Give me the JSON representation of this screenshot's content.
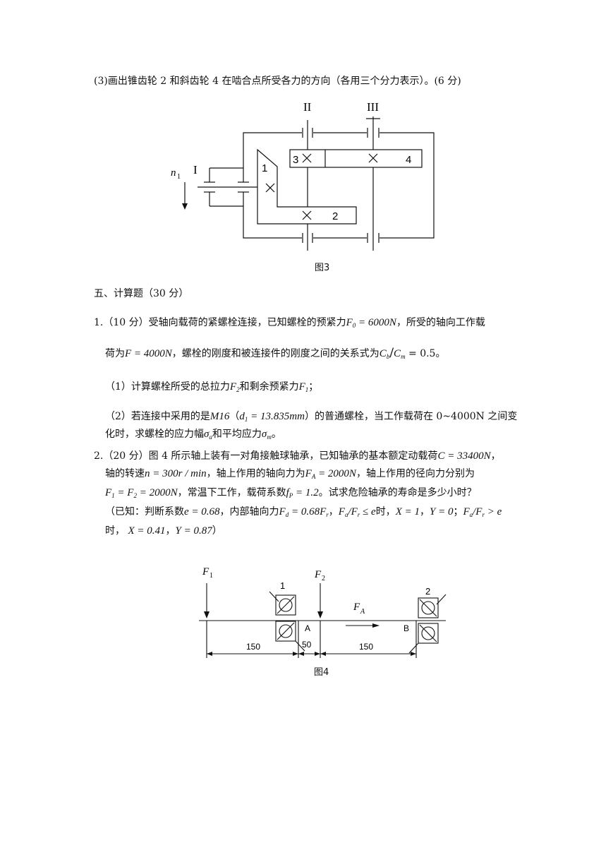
{
  "q3": {
    "text": "(3)画出锥齿轮 2 和斜齿轮 4 在啮合点所受各力的方向（各用三个分力表示）。(6 分)"
  },
  "fig3": {
    "caption": "图3",
    "shaft_I": "I",
    "shaft_II": "II",
    "shaft_III": "III",
    "n1_label": "n",
    "n1_sub": "1",
    "gear1": "1",
    "gear2": "2",
    "gear3": "3",
    "gear4": "4"
  },
  "section5": {
    "heading": "五、计算题（30 分）"
  },
  "problem1": {
    "line1_a": "1.（10 分）受轴向载荷的紧螺栓连接，已知螺栓的预紧力",
    "F0_expr": "F",
    "F0_sub": "0",
    "F0_val": " = 6000N",
    "line1_b": "，所受的轴向工作载",
    "line2_a": "荷为",
    "F_expr": "F = 4000N",
    "line2_b": "，螺栓的刚度和被连接件的刚度之间的关系式为",
    "Cb": "C",
    "Cb_sub": "b",
    "slash": "/",
    "Cm": "C",
    "Cm_sub": "m",
    "ratio_val": " = 0.5",
    "line2_end": "。",
    "sub1_a": "（1）计算螺栓所受的总拉力",
    "F2": "F",
    "F2_sub": "2",
    "sub1_b": "和剩余预紧力",
    "F1": "F",
    "F1_sub": "1",
    "sub1_end": "；",
    "sub2_a": "（2）若连接中采用的是",
    "M16": "M16",
    "sub2_paren_open": "（",
    "d1": "d",
    "d1_sub": "1",
    "d1_val": " = 13.835mm",
    "sub2_paren_close": "）的普通螺栓，当工作载荷在 0~4000N 之间变",
    "sub2_line2_a": "化时，求螺栓的应力幅",
    "sigma_a": "σ",
    "sigma_a_sub": "a",
    "sub2_line2_b": "和平均应力",
    "sigma_m": "σ",
    "sigma_m_sub": "m",
    "sub2_line2_end": "。"
  },
  "problem2": {
    "line1_a": "2.（20 分）图 4 所示轴上装有一对角接触球轴承，已知轴承的基本额定动载荷",
    "C_expr": "C = 33400N",
    "line1_end": "，",
    "line2_a": "轴的转速",
    "n_expr": "n = 300r / min",
    "line2_b": "，轴上作用的轴向力为",
    "FA": "F",
    "FA_sub": "A",
    "FA_val": " = 2000N",
    "line2_c": "，轴上作用的径向力分别为",
    "line3_F1": "F",
    "line3_F1_sub": "1",
    "line3_eq": " = ",
    "line3_F2": "F",
    "line3_F2_sub": "2",
    "line3_val": " = 2000N",
    "line3_b": "，常温下工作，载荷系数",
    "fP": "f",
    "fP_sub": "P",
    "fP_val": " = 1.2",
    "line3_c": "。试求危险轴承的寿命是多少小时？",
    "line4_a": "（已知：判断系数",
    "e_expr": "e = 0.68",
    "line4_b": "，内部轴向力",
    "Fd": "F",
    "Fd_sub": "d",
    "Fd_val": " = 0.68F",
    "Fd_val_sub": "r",
    "line4_c": "，",
    "Fa1": "F",
    "Fa1_sub": "a",
    "slash1": "/",
    "Fr1": "F",
    "Fr1_sub": "r",
    "le_e": " ≤ e",
    "line4_d": "时，",
    "X1": "X = 1",
    "comma1": "，",
    "Y0": "Y = 0",
    "semi": "；",
    "Fa2": "F",
    "Fa2_sub": "a",
    "slash2": "/",
    "Fr2": "F",
    "Fr2_sub": "r",
    "gt_e": " > e",
    "line5_a": "时，",
    "X2": "X = 0.41",
    "comma2": "，",
    "Y2": "Y = 0.87",
    "line5_end": "）"
  },
  "fig4": {
    "caption": "图4",
    "F1_label": "F",
    "F1_sub": "1",
    "F2_label": "F",
    "F2_sub": "2",
    "FA_label": "F",
    "FA_sub": "A",
    "bearing1": "1",
    "bearing2": "2",
    "pointA": "A",
    "pointB": "B",
    "dim1": "150",
    "dim2": "50",
    "dim3": "150"
  }
}
